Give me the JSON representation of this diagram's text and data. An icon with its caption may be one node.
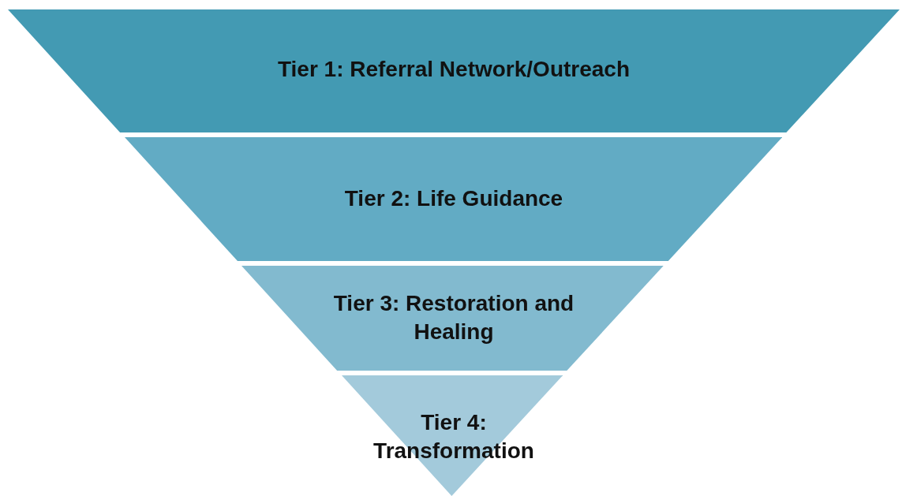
{
  "diagram": {
    "nodes": [
      {
        "text": [
          "Tier 1: Referral Network/Outreach"
        ]
      },
      {
        "text": [
          "Tier 2: Life Guidance"
        ]
      },
      {
        "text": [
          "Tier 3: Restoration and Healing"
        ]
      },
      {
        "text": [
          "Tier 4: Transformation"
        ]
      }
    ]
  }
}
